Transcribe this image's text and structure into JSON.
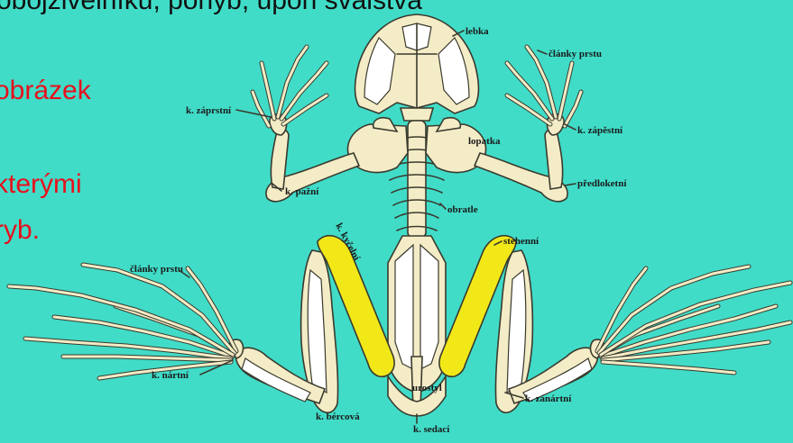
{
  "slide_text": {
    "line1": "obojživelníků, pohyb, úpon svalstva",
    "line2": "obrázek",
    "line3": "kterými",
    "line4": "ryb."
  },
  "labels": {
    "lebka": "lebka",
    "clanky_prstu_top": "články prstu",
    "k_zaprstni": "k. záprstní",
    "k_zapestni": "k. zápěstní",
    "lopatka": "lopatka",
    "predlokretni": "předloketní",
    "k_pazni": "k. pažní",
    "obratle": "obratle",
    "k_kycelni": "k. kyčelní",
    "stehenni": "stehenní",
    "clanky_prstu_bottom": "články prstu",
    "k_nartni": "k. nártní",
    "urostyl": "urostyl",
    "k_zanartni": "k. zánártní",
    "k_bercova": "k. bércová",
    "k_sedaci": "k. sedací"
  }
}
